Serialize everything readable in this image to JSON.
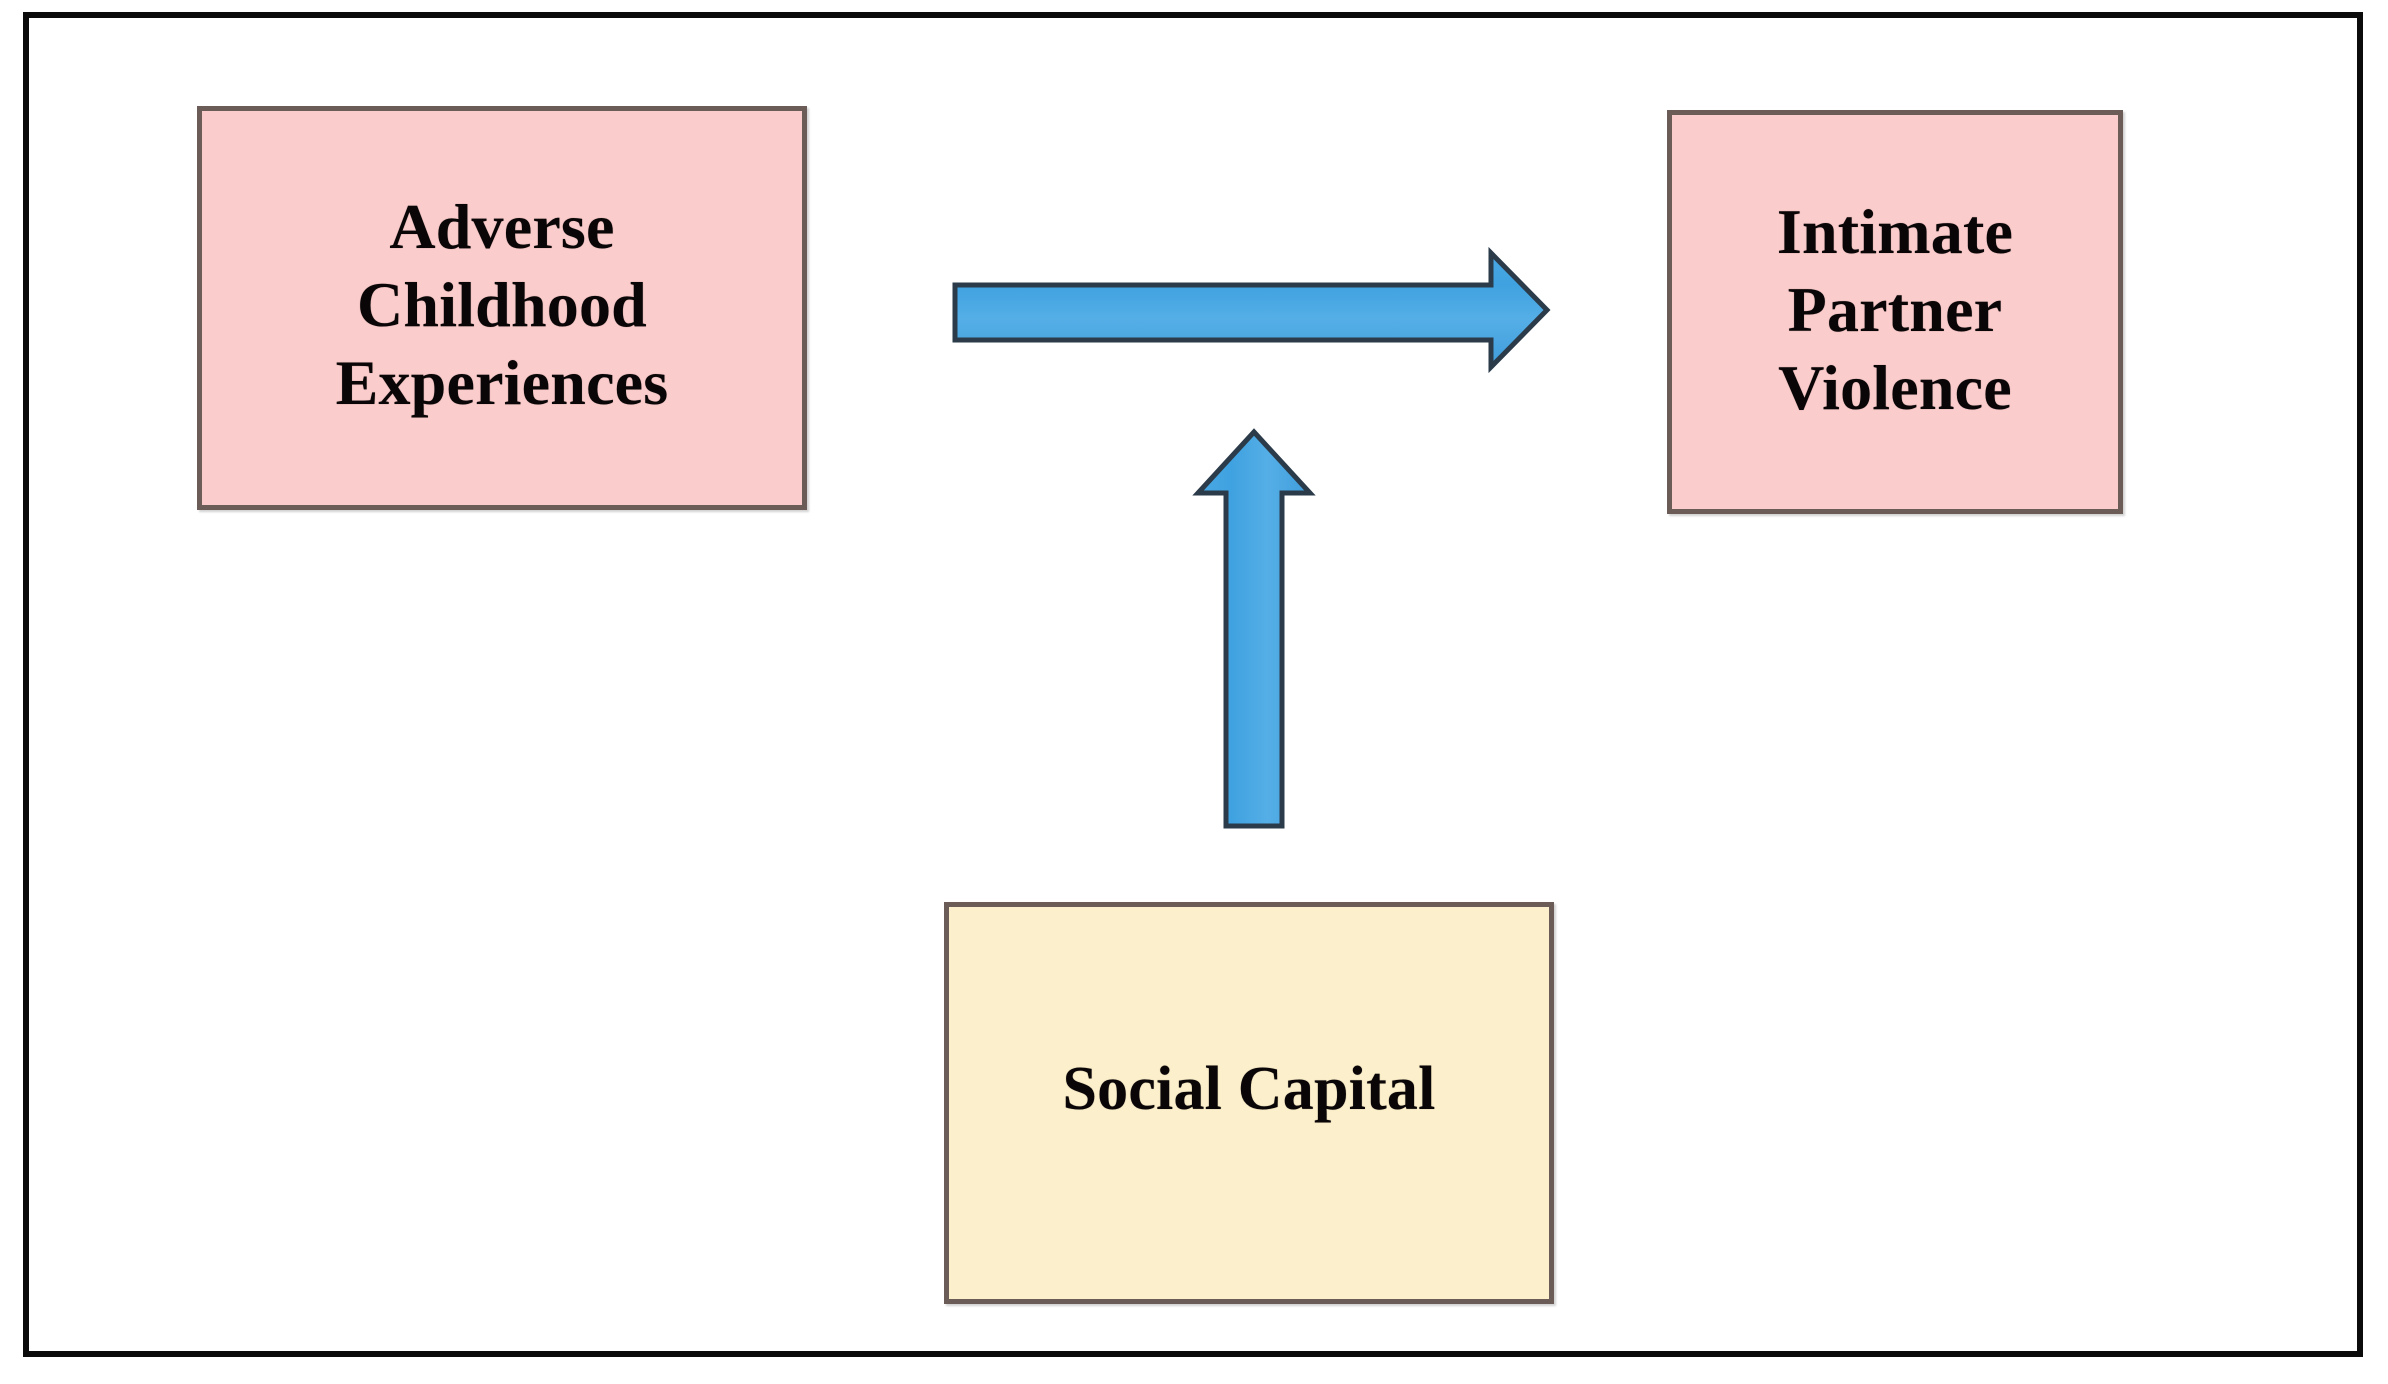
{
  "figure": {
    "type": "conceptual-model-diagram",
    "frame_border_color": "#0b0b0b",
    "background_color": "#ffffff"
  },
  "nodes": [
    {
      "id": "adverse-childhood-experiences",
      "label": "Adverse\nChildhood\nExperiences",
      "role": "predictor",
      "fill_color": "#fbcccc",
      "border_color": "#6b5c57"
    },
    {
      "id": "intimate-partner-violence",
      "label": "Intimate\nPartner\nViolence",
      "role": "outcome",
      "fill_color": "#fbcccc",
      "border_color": "#6b5c57"
    },
    {
      "id": "social-capital",
      "label": "Social Capital",
      "role": "moderator",
      "fill_color": "#fcefcb",
      "border_color": "#6b5c57"
    }
  ],
  "arrows": [
    {
      "id": "aces-to-ipv",
      "direction": "right",
      "from": "adverse-childhood-experiences",
      "to": "intimate-partner-violence",
      "fill_color": "#3fa2e0",
      "outline_color": "#2b3b4a"
    },
    {
      "id": "social-capital-to-path",
      "direction": "up",
      "from": "social-capital",
      "to": "aces-to-ipv",
      "fill_color": "#3fa2e0",
      "outline_color": "#2b3b4a"
    }
  ]
}
